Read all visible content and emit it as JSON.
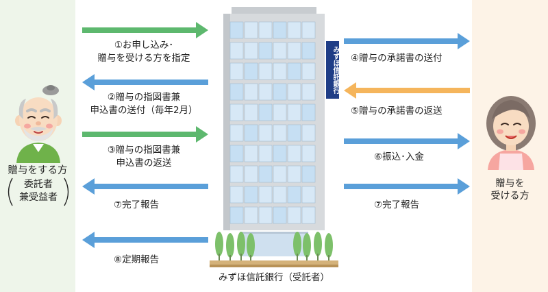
{
  "left_party": {
    "title": "贈与をする方",
    "paren_line1": "委託者",
    "paren_line2": "兼受益者"
  },
  "right_party": {
    "line1": "贈与を",
    "line2": "受ける方"
  },
  "bank": {
    "sign": "みずほ信託銀行",
    "caption": "みずほ信託銀行（受託者）"
  },
  "left_steps": [
    {
      "line1": "①お申し込み･",
      "line2": "贈与を受ける方を指定",
      "direction": "right",
      "color": "#5db86e"
    },
    {
      "line1": "②贈与の指図書兼",
      "line2": "申込書の送付（毎年2月）",
      "direction": "left",
      "color": "#5a9fd9"
    },
    {
      "line1": "③贈与の指図書兼",
      "line2": "申込書の返送",
      "direction": "right",
      "color": "#5db86e"
    },
    {
      "line1": "⑦完了報告",
      "direction": "left",
      "color": "#5a9fd9"
    },
    {
      "line1": "⑧定期報告",
      "direction": "left",
      "color": "#5a9fd9"
    }
  ],
  "right_steps": [
    {
      "line1": "④贈与の承諾書の送付",
      "direction": "right",
      "color": "#5a9fd9"
    },
    {
      "line1": "⑤贈与の承諾書の返送",
      "direction": "left",
      "color": "#f5b55c"
    },
    {
      "line1": "⑥振込･入金",
      "direction": "right",
      "color": "#5a9fd9"
    },
    {
      "line1": "⑦完了報告",
      "direction": "right",
      "color": "#5a9fd9"
    }
  ]
}
